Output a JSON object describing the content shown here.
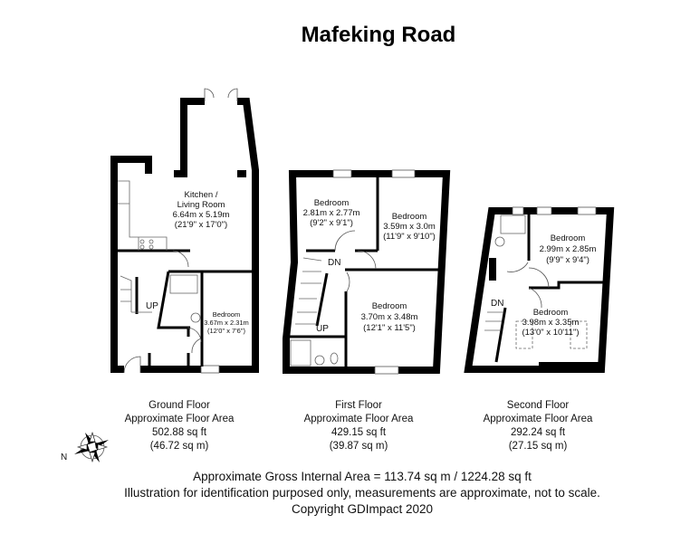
{
  "title": "Mafeking Road",
  "floors": [
    {
      "name": "Ground Floor",
      "area_label": "Approximate Floor Area",
      "sq_ft": "502.88 sq ft",
      "sq_m": "(46.72 sq m)",
      "rooms": [
        {
          "name1": "Kitchen /",
          "name2": "Living Room",
          "metric": "6.64m x 5.19m",
          "imperial": "(21'9\" x 17'0\")"
        },
        {
          "name1": "Bedroom",
          "metric": "3.67m x 2.31m",
          "imperial": "(12'0\" x 7'6\")"
        }
      ],
      "stairs_label": "UP"
    },
    {
      "name": "First Floor",
      "area_label": "Approximate Floor Area",
      "sq_ft": "429.15 sq ft",
      "sq_m": "(39.87 sq m)",
      "rooms": [
        {
          "name1": "Bedroom",
          "metric": "2.81m x 2.77m",
          "imperial": "(9'2\" x 9'1\")"
        },
        {
          "name1": "Bedroom",
          "metric": "3.59m x 3.0m",
          "imperial": "(11'9\" x 9'10\")"
        },
        {
          "name1": "Bedroom",
          "metric": "3.70m x 3.48m",
          "imperial": "(12'1\" x 11'5\")"
        }
      ],
      "stairs_down": "DN",
      "stairs_up": "UP"
    },
    {
      "name": "Second Floor",
      "area_label": "Approximate Floor Area",
      "sq_ft": "292.24 sq ft",
      "sq_m": "(27.15 sq m)",
      "rooms": [
        {
          "name1": "Bedroom",
          "metric": "2.99m x 2.85m",
          "imperial": "(9'9\" x 9'4\")"
        },
        {
          "name1": "Bedroom",
          "metric": "3.98m x 3.35m",
          "imperial": "(13'0\" x 10'11\")"
        }
      ],
      "stairs_down": "DN"
    }
  ],
  "compass": {
    "icon": "compass-rose-icon",
    "label": "N"
  },
  "footer": {
    "gross_area": "Approximate Gross Internal Area = 113.74 sq m / 1224.28 sq ft",
    "disclaimer": "Illustration for identification purposed only, measurements are approximate, not to scale.",
    "copyright": "Copyright GDImpact 2020"
  }
}
